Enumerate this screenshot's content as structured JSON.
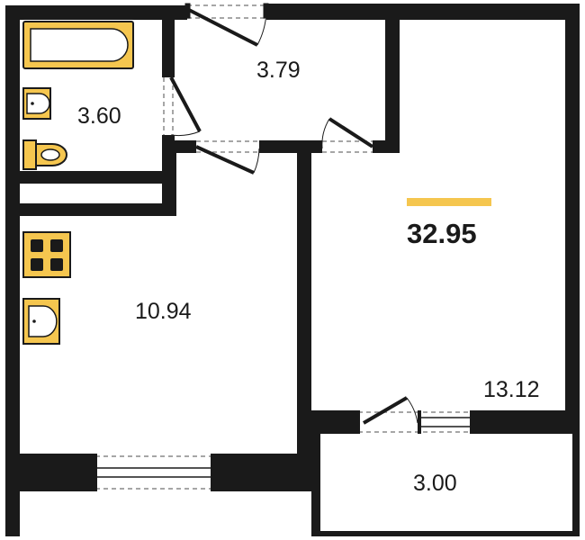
{
  "plan": {
    "total_area": "32.95",
    "rooms": [
      {
        "id": "bathroom",
        "area": "3.60"
      },
      {
        "id": "hallway",
        "area": "3.79"
      },
      {
        "id": "kitchen",
        "area": "10.94"
      },
      {
        "id": "living-room",
        "area": "13.12"
      },
      {
        "id": "balcony",
        "area": "3.00"
      }
    ]
  },
  "colors": {
    "wall": "#1a1a1a",
    "fixture_fill": "#f5c64f",
    "fixture_stroke": "#1a1a1a",
    "accent_bar": "#f5c64f",
    "floor": "#ffffff",
    "opening_stroke": "#888888"
  }
}
